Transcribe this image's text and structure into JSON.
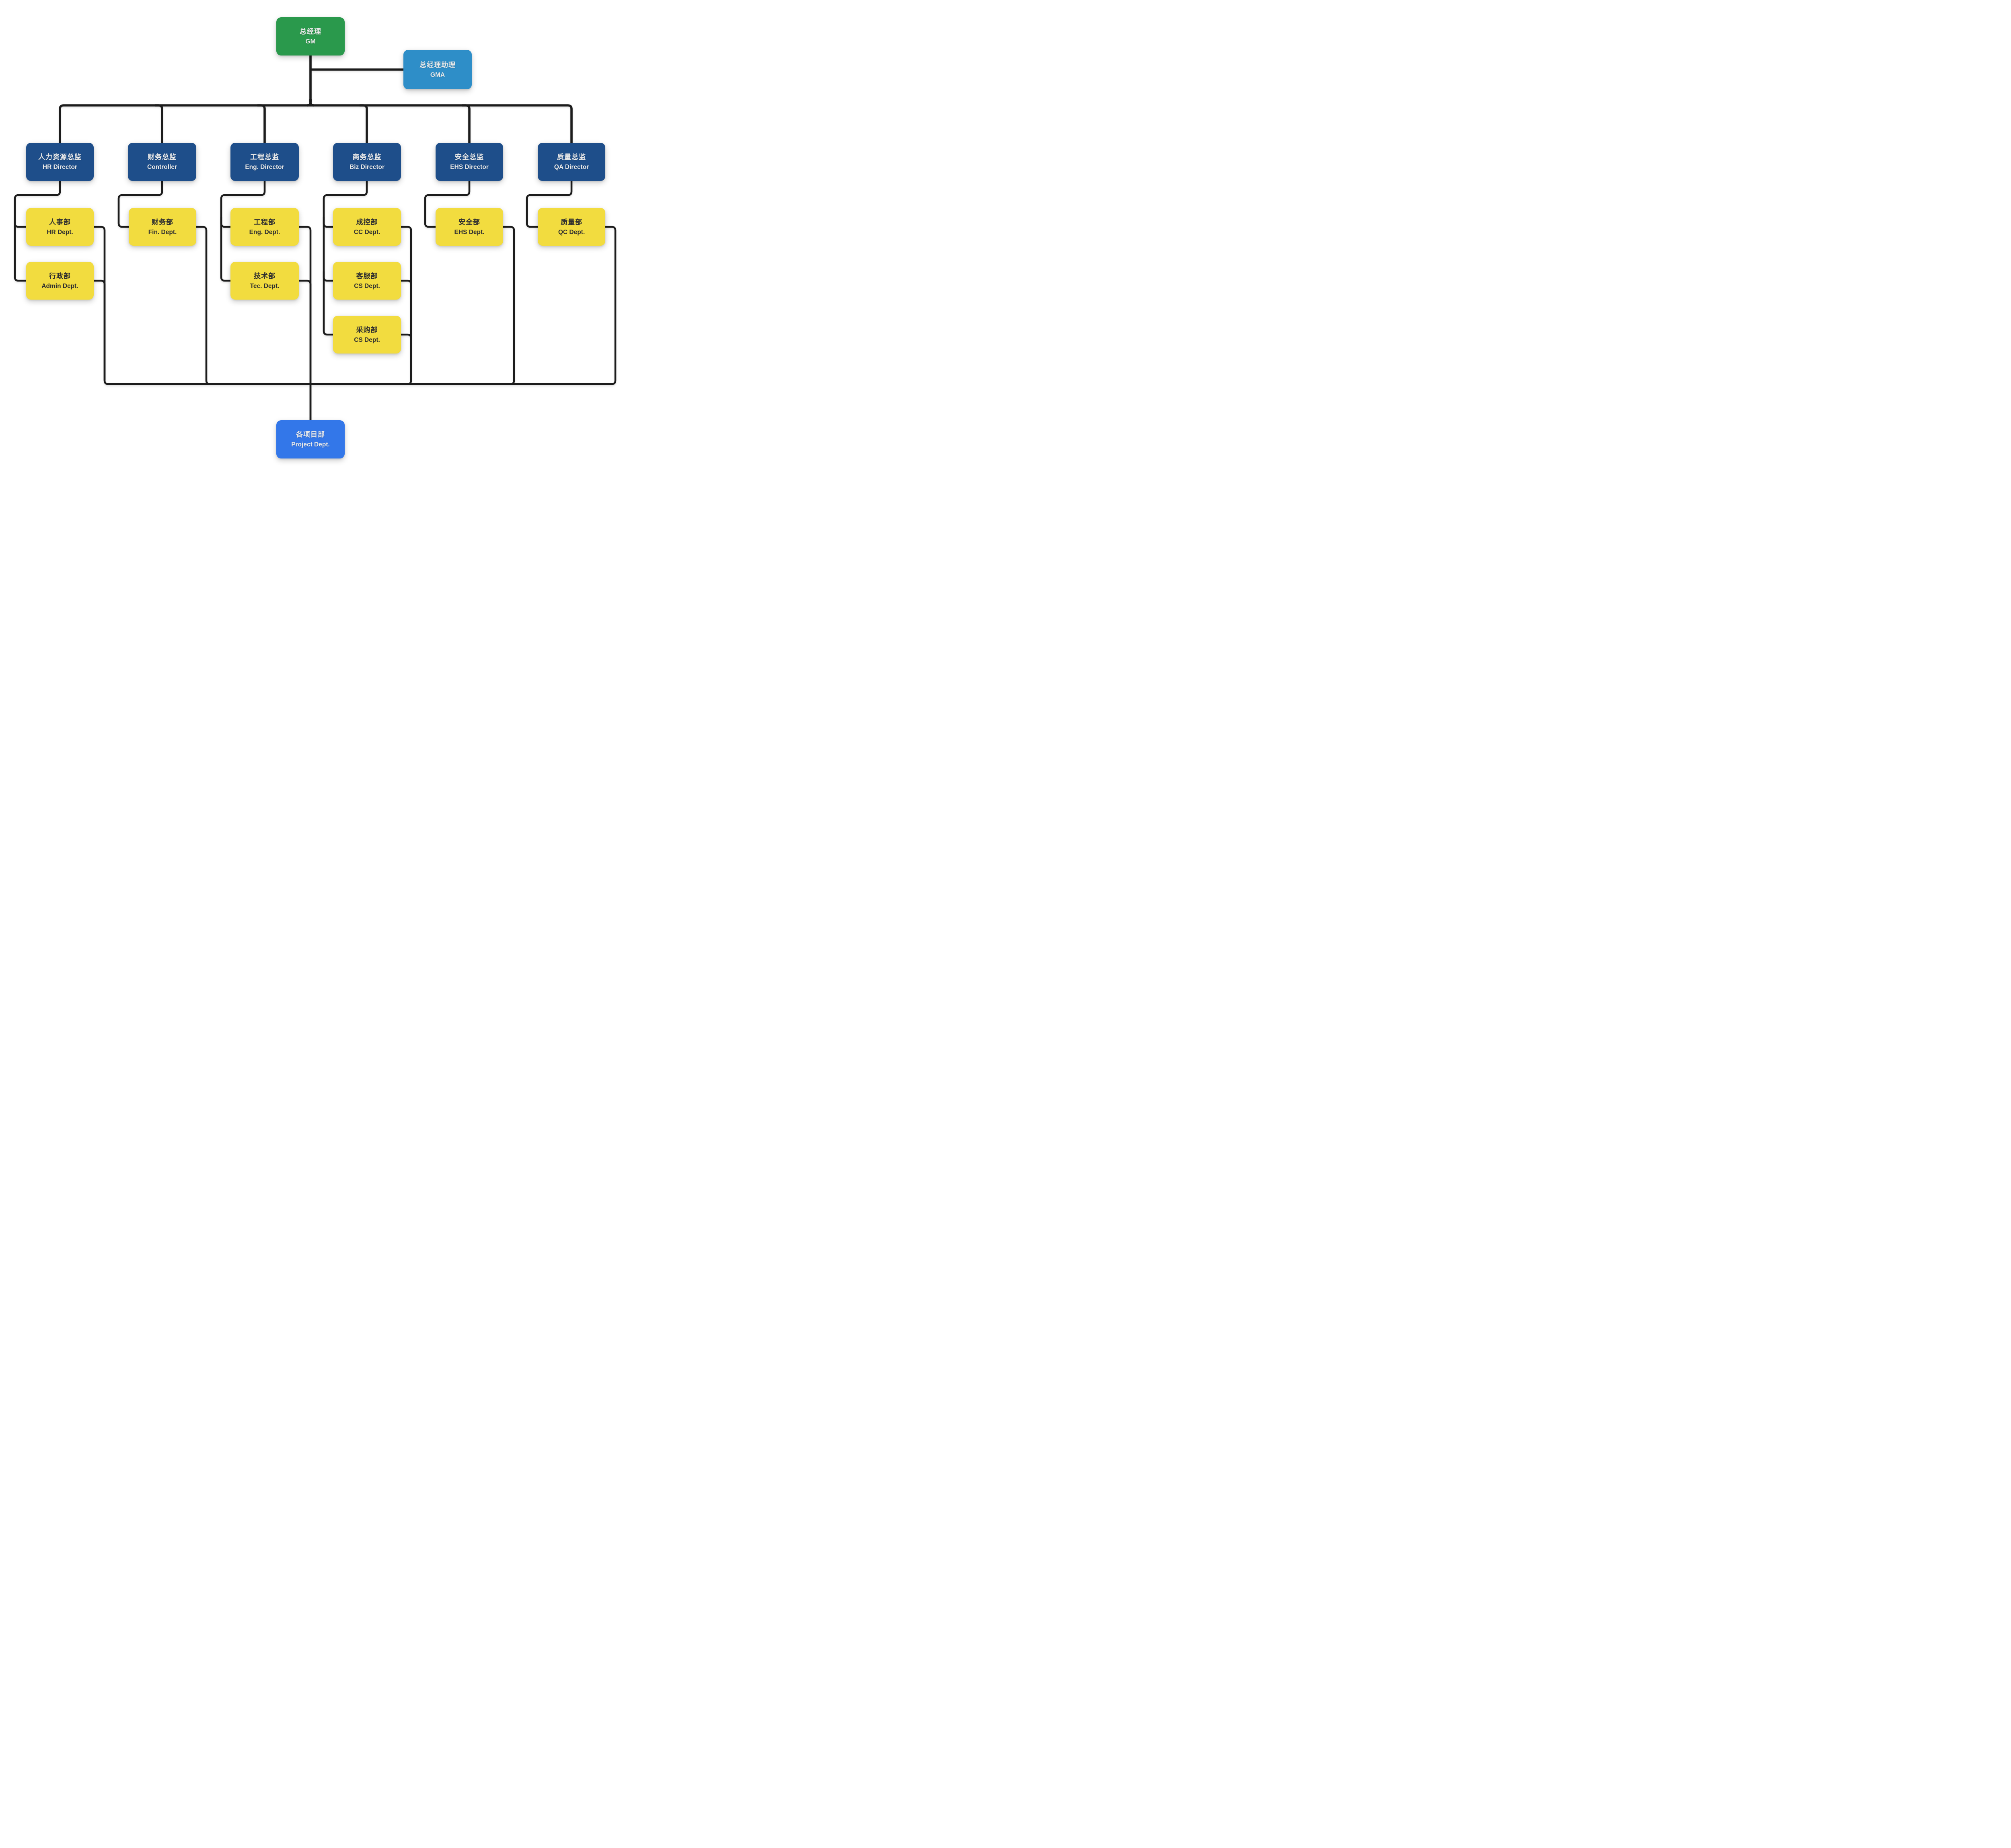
{
  "palette": {
    "background": "#FFFFFF",
    "connector": "#1C1C1C",
    "green": "#2A994C",
    "light_blue": "#2E8EC8",
    "dark_blue": "#1E4E8A",
    "yellow": "#F2DC3F",
    "bright_blue": "#3377E9",
    "text_light": "#EAEAEA",
    "text_dark": "#2F2F2F"
  },
  "nodes": {
    "gm": {
      "zh": "总经理",
      "en": "GM",
      "fill": "#2A994C"
    },
    "gma": {
      "zh": "总经理助理",
      "en": "GMA",
      "fill": "#2E8EC8"
    },
    "hr_director": {
      "zh": "人力资源总监",
      "en": "HR Director",
      "fill": "#1E4E8A"
    },
    "controller": {
      "zh": "财务总监",
      "en": "Controller",
      "fill": "#1E4E8A"
    },
    "eng_director": {
      "zh": "工程总监",
      "en": "Eng. Director",
      "fill": "#1E4E8A"
    },
    "biz_director": {
      "zh": "商务总监",
      "en": "Biz Director",
      "fill": "#1E4E8A"
    },
    "ehs_director": {
      "zh": "安全总监",
      "en": "EHS Director",
      "fill": "#1E4E8A"
    },
    "qa_director": {
      "zh": "质量总监",
      "en": "QA Director",
      "fill": "#1E4E8A"
    },
    "hr_dept": {
      "zh": "人事部",
      "en": "HR Dept.",
      "fill": "#F2DC3F"
    },
    "admin_dept": {
      "zh": "行政部",
      "en": "Admin Dept.",
      "fill": "#F2DC3F"
    },
    "fin_dept": {
      "zh": "财务部",
      "en": "Fin. Dept.",
      "fill": "#F2DC3F"
    },
    "eng_dept": {
      "zh": "工程部",
      "en": "Eng. Dept.",
      "fill": "#F2DC3F"
    },
    "tec_dept": {
      "zh": "技术部",
      "en": "Tec. Dept.",
      "fill": "#F2DC3F"
    },
    "cc_dept": {
      "zh": "成控部",
      "en": "CC Dept.",
      "fill": "#F2DC3F"
    },
    "cs_dept": {
      "zh": "客服部",
      "en": "CS Dept.",
      "fill": "#F2DC3F"
    },
    "pur_dept": {
      "zh": "采购部",
      "en": "CS Dept.",
      "fill": "#F2DC3F"
    },
    "ehs_dept": {
      "zh": "安全部",
      "en": "EHS Dept.",
      "fill": "#F2DC3F"
    },
    "qc_dept": {
      "zh": "质量部",
      "en": "QC Dept.",
      "fill": "#F2DC3F"
    },
    "project_dept": {
      "zh": "各项目部",
      "en": "Project Dept.",
      "fill": "#3377E9"
    }
  },
  "edges": [
    [
      "gm",
      "gma"
    ],
    [
      "gm",
      "hr_director"
    ],
    [
      "gm",
      "controller"
    ],
    [
      "gm",
      "eng_director"
    ],
    [
      "gm",
      "biz_director"
    ],
    [
      "gm",
      "ehs_director"
    ],
    [
      "gm",
      "qa_director"
    ],
    [
      "hr_director",
      "hr_dept"
    ],
    [
      "hr_director",
      "admin_dept"
    ],
    [
      "controller",
      "fin_dept"
    ],
    [
      "eng_director",
      "eng_dept"
    ],
    [
      "eng_director",
      "tec_dept"
    ],
    [
      "biz_director",
      "cc_dept"
    ],
    [
      "biz_director",
      "cs_dept"
    ],
    [
      "biz_director",
      "pur_dept"
    ],
    [
      "ehs_director",
      "ehs_dept"
    ],
    [
      "qa_director",
      "qc_dept"
    ],
    [
      "hr_dept",
      "project_dept"
    ],
    [
      "admin_dept",
      "project_dept"
    ],
    [
      "fin_dept",
      "project_dept"
    ],
    [
      "eng_dept",
      "project_dept"
    ],
    [
      "tec_dept",
      "project_dept"
    ],
    [
      "cc_dept",
      "project_dept"
    ],
    [
      "cs_dept",
      "project_dept"
    ],
    [
      "pur_dept",
      "project_dept"
    ],
    [
      "ehs_dept",
      "project_dept"
    ],
    [
      "qc_dept",
      "project_dept"
    ]
  ]
}
